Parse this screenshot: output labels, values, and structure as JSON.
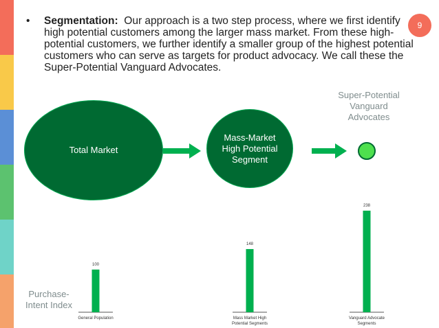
{
  "page_number": "9",
  "colors": {
    "stripes": [
      "#f36d5a",
      "#f9c949",
      "#5b8fd6",
      "#5cc26f",
      "#6fd3c8",
      "#f5a26b"
    ],
    "badge": "#f36d5a",
    "dark_green": "#006a32",
    "bar_green": "#00b04f",
    "light_green": "#4ee04e",
    "gray_text": "#7f8c8d"
  },
  "bullet": {
    "lead": "Segmentation:",
    "text": "Our approach is a two step process, where we first identify high potential customers among the larger mass market.  From these high-potential customers, we further identify a smaller group of the highest potential customers who can serve as targets for product advocacy.   We call these the Super-Potential Vanguard Advocates."
  },
  "diagram": {
    "total_market": "Total Market",
    "mass_market": "Mass-Market\nHigh Potential\nSegment",
    "super_label": "Super-Potential\nVanguard\nAdvocates"
  },
  "purchase_intent_label": "Purchase-Intent Index",
  "chart_data": {
    "type": "bar",
    "categories": [
      "General Population",
      "Mass Market High Potential Segments",
      "Vanguard Advocate Segments"
    ],
    "values": [
      100,
      148,
      238
    ],
    "ylim": [
      0,
      238
    ],
    "grid": false
  }
}
